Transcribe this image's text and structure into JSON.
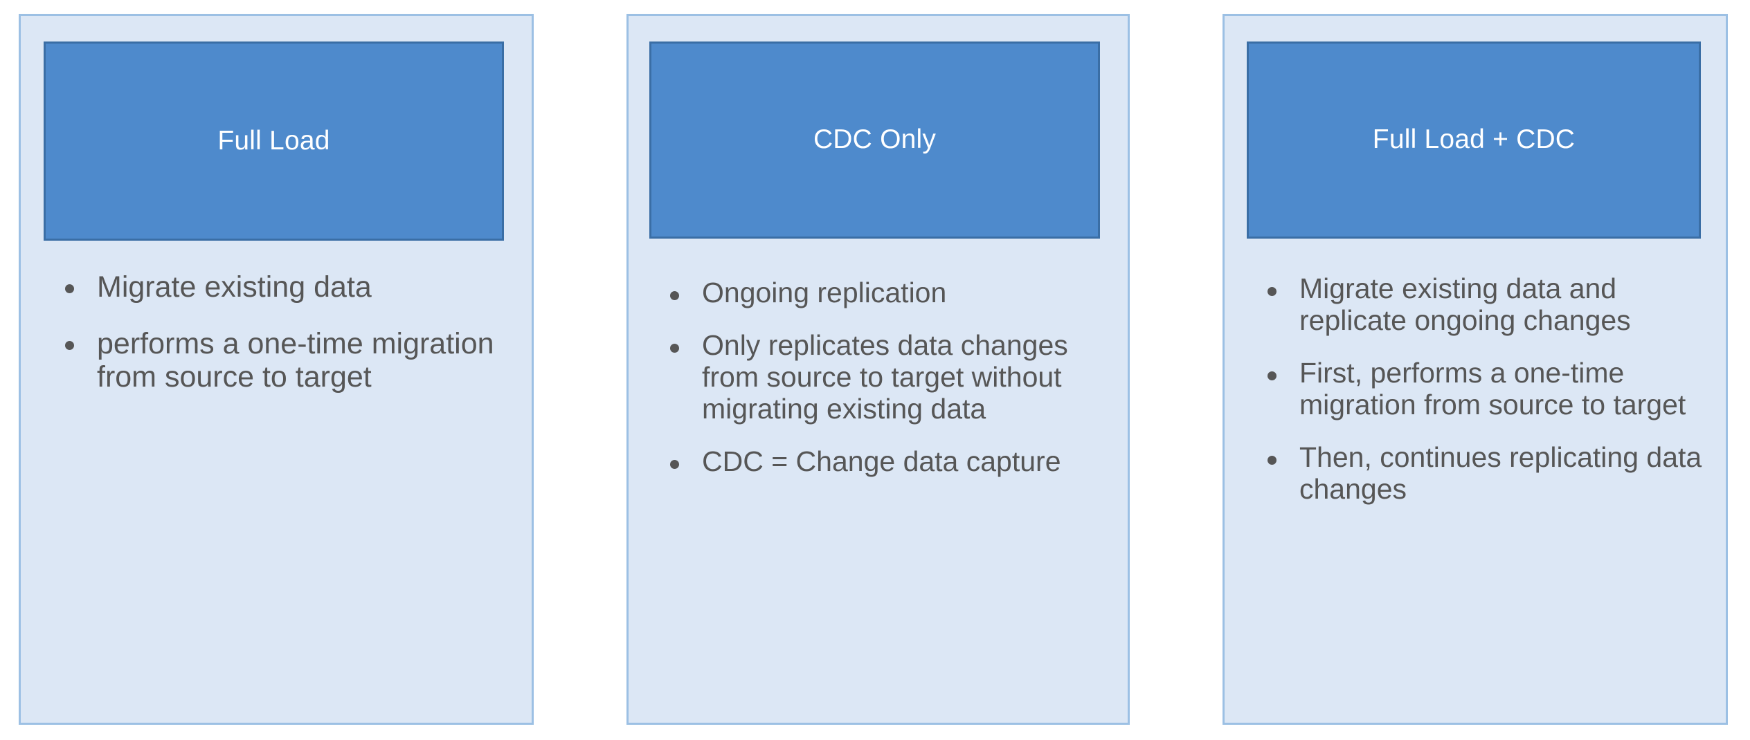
{
  "slide": {
    "background_color": "#FFFFFF",
    "card_background_color": "#DCE7F5",
    "card_border_color": "#9CC0E4",
    "header_fill_color": "#4E8ACC",
    "header_border_color": "#3A6EA5",
    "header_text_color": "#FFFFFF",
    "body_text_color": "#565656"
  },
  "cards": [
    {
      "title": "Full Load",
      "bullets": [
        "Migrate existing data",
        "performs a one-time migration from source to target"
      ]
    },
    {
      "title": "CDC Only",
      "bullets": [
        "Ongoing replication",
        "Only replicates data changes from source to target without migrating existing data",
        "CDC = Change data capture"
      ]
    },
    {
      "title": "Full Load + CDC",
      "bullets": [
        "Migrate existing data and replicate ongoing changes",
        "First, performs a one-time migration from source to target",
        "Then, continues replicating data changes"
      ]
    }
  ]
}
